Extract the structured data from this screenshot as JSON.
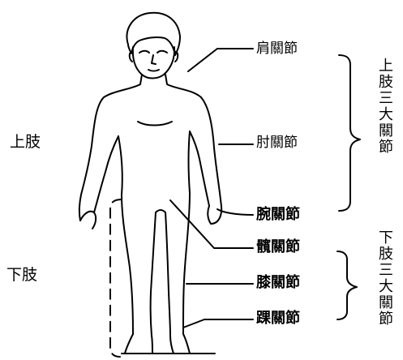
{
  "regions": {
    "upper_limb": "上肢",
    "lower_limb": "下肢"
  },
  "joints": {
    "shoulder": "肩關節",
    "elbow": "肘關節",
    "wrist": "腕關節",
    "hip": "髖關節",
    "knee": "膝關節",
    "ankle": "踝關節"
  },
  "groups": {
    "upper": "上肢三大關節",
    "lower": "下肢三大關節"
  }
}
